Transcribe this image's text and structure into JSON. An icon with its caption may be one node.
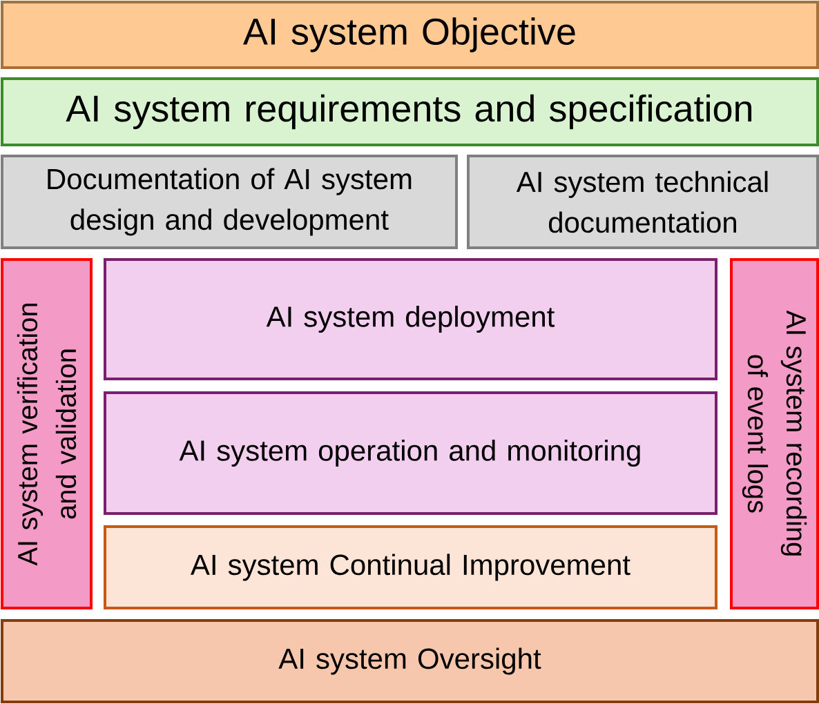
{
  "diagram": {
    "nodes": [
      {
        "text": [
          "AI system Objective"
        ]
      },
      {
        "text": [
          "AI system requirements and specification"
        ]
      },
      {
        "text": [
          "Documentation of AI system design and development"
        ]
      },
      {
        "text": [
          "AI system technical documentation"
        ]
      },
      {
        "text": [
          "AI system verification and validation"
        ]
      },
      {
        "text": [
          "AI system deployment"
        ]
      },
      {
        "text": [
          "AI system operation and monitoring"
        ]
      },
      {
        "text": [
          "AI system Continual Improvement"
        ]
      },
      {
        "text": [
          "AI system recording of event logs"
        ]
      },
      {
        "text": [
          "AI system Oversight"
        ]
      }
    ]
  }
}
